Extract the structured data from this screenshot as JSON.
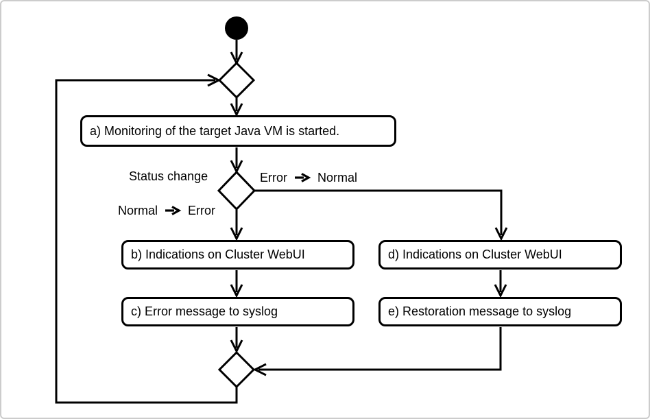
{
  "diagram": {
    "type": "uml-activity-flowchart",
    "background_color": "#ffffff",
    "line_color": "#000000",
    "frame_color": "#cccccc",
    "activities": [
      {
        "id": "a",
        "label": "a) Monitoring of the target Java VM is started."
      },
      {
        "id": "b",
        "label": "b) Indications on Cluster WebUI"
      },
      {
        "id": "c",
        "label": "c) Error message to syslog"
      },
      {
        "id": "d",
        "label": "d) Indications on Cluster WebUI"
      },
      {
        "id": "e",
        "label": "e) Restoration message to syslog"
      }
    ],
    "decision": {
      "label": "Status change",
      "branch_right": {
        "from": "Error",
        "to": "Normal"
      },
      "branch_down": {
        "from": "Normal",
        "to": "Error"
      }
    }
  }
}
